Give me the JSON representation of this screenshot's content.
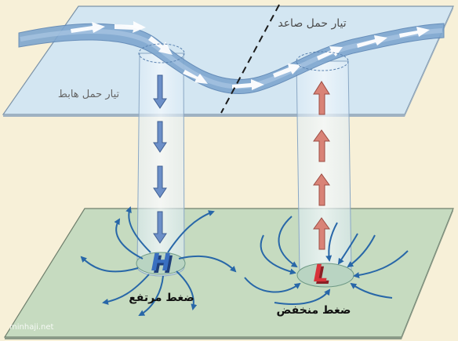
{
  "labels": {
    "downdraft": "تيار حمل هابط",
    "updraft": "تيار حمل صاعد",
    "high_pressure": "ضغط مرتفع",
    "low_pressure": "ضغط منخفض",
    "high_letter": "H",
    "low_letter": "L",
    "watermark": "minhaji.net"
  },
  "colors": {
    "background": "#f7f0d8",
    "upper_plane": "#d3e6f2",
    "lower_plane": "#c6dbc0",
    "jet_stream": "#7ea6cf",
    "down_arrow": "#6c8fc8",
    "up_arrow": "#d98377",
    "high_block": "#3a6fc0",
    "low_block": "#d8333a",
    "wind_arrow": "#2867a8"
  }
}
